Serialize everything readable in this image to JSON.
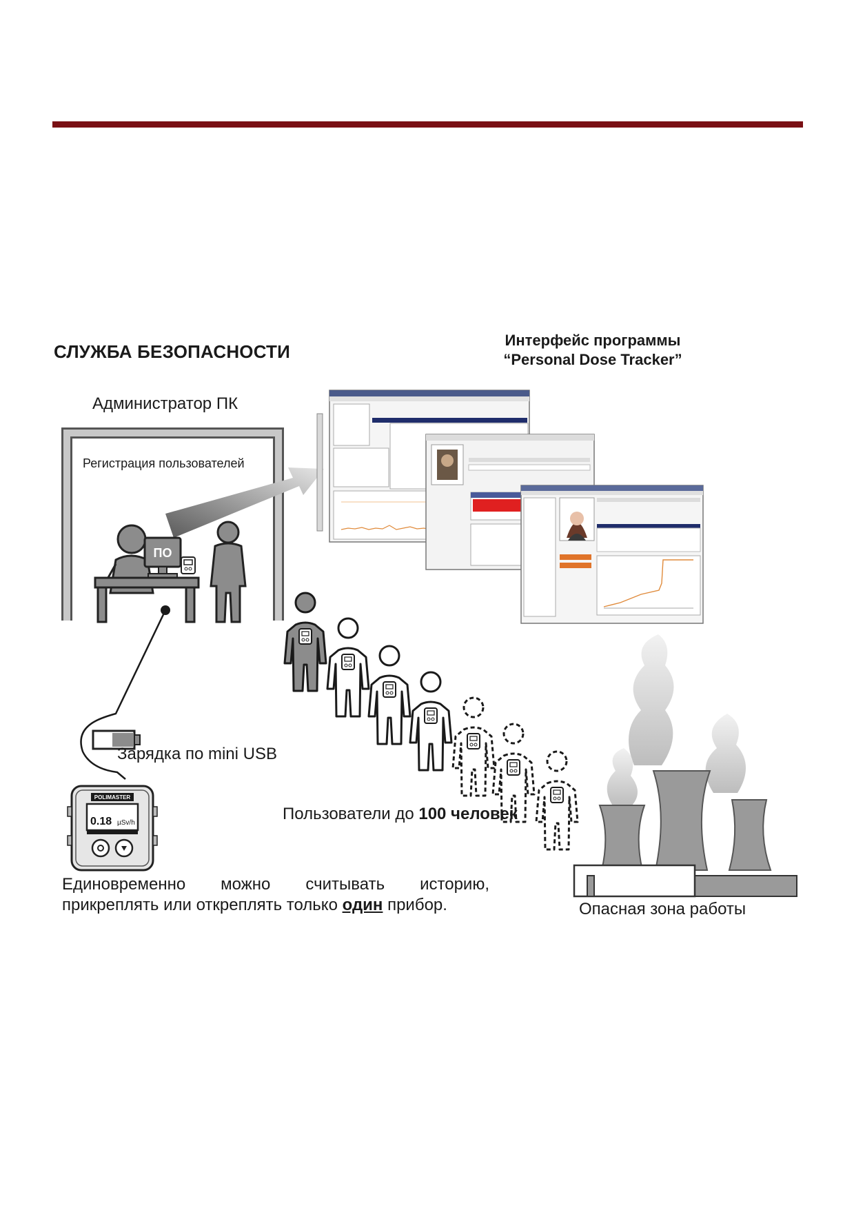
{
  "section_title": "СЛУЖБА БЕЗОПАСНОСТИ",
  "software_title": {
    "line1": "Интерфейс программы",
    "line2": "“Personal Dose Tracker”"
  },
  "admin_label": "Администратор ПК",
  "registration_label": "Регистрация пользователей",
  "pc_label": "ПО",
  "charging_label": "Зарядка по mini USB",
  "users_label": {
    "prefix": "Пользователи до ",
    "bold": "100 человек"
  },
  "note": {
    "part1": "Единовременно можно считывать историю, прикреплять или откреплять только ",
    "underlined": "один",
    "part2": " прибор."
  },
  "danger_zone_label": "Опасная зона работы",
  "device": {
    "brand": "POLIMASTER",
    "reading": "0.18",
    "unit": "µSv/h"
  },
  "colors": {
    "rule": "#7a1014",
    "figure_gray": "#8c8c8c",
    "arrow_gray": "#9a9a9a"
  }
}
